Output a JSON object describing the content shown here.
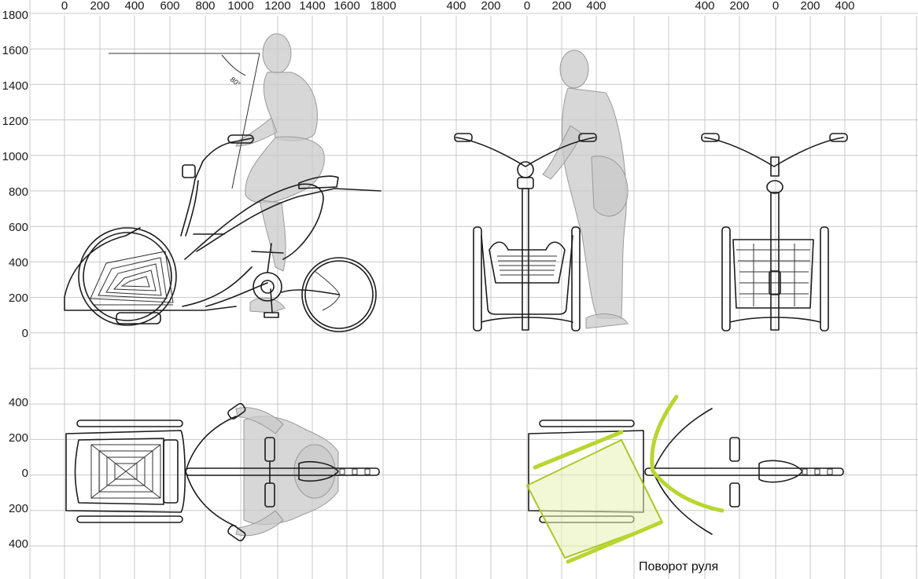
{
  "diagram": {
    "side_view": {
      "x_ticks": [
        "0",
        "200",
        "400",
        "600",
        "800",
        "1000",
        "1200",
        "1400",
        "1600",
        "1800"
      ],
      "y_ticks": [
        "1800",
        "1600",
        "1400",
        "1200",
        "1000",
        "800",
        "600",
        "400",
        "200",
        "0"
      ],
      "angle_label": "80°"
    },
    "front_view": {
      "x_ticks": [
        "400",
        "200",
        "0",
        "200",
        "400"
      ]
    },
    "rear_view": {
      "x_ticks": [
        "400",
        "200",
        "0",
        "200",
        "400"
      ]
    },
    "top_view": {
      "y_ticks": [
        "400",
        "200",
        "0",
        "200",
        "400"
      ]
    },
    "steering_caption": "Поворот руля",
    "colors": {
      "grid": "#c8c8c8",
      "line": "#1c1c1c",
      "human": "#c9c9c9",
      "steering_highlight": "#b8d630"
    }
  }
}
